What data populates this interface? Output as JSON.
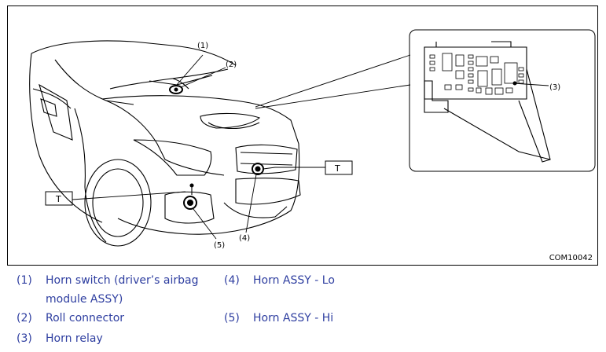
{
  "figure": {
    "code": "COM10042",
    "callouts": [
      "(1)",
      "(2)",
      "(3)",
      "(4)",
      "(5)"
    ],
    "t_labels": [
      "T",
      "T"
    ]
  },
  "legend": [
    {
      "num": "(1)",
      "text": "Horn switch (driver’s airbag",
      "text2": "module ASSY)"
    },
    {
      "num": "(2)",
      "text": "Roll connector"
    },
    {
      "num": "(3)",
      "text": "Horn relay"
    },
    {
      "num": "(4)",
      "text": "Horn ASSY - Lo"
    },
    {
      "num": "(5)",
      "text": "Horn ASSY - Hi"
    }
  ],
  "colors": {
    "legend_text": "#2e3ea0",
    "line": "#000000"
  }
}
